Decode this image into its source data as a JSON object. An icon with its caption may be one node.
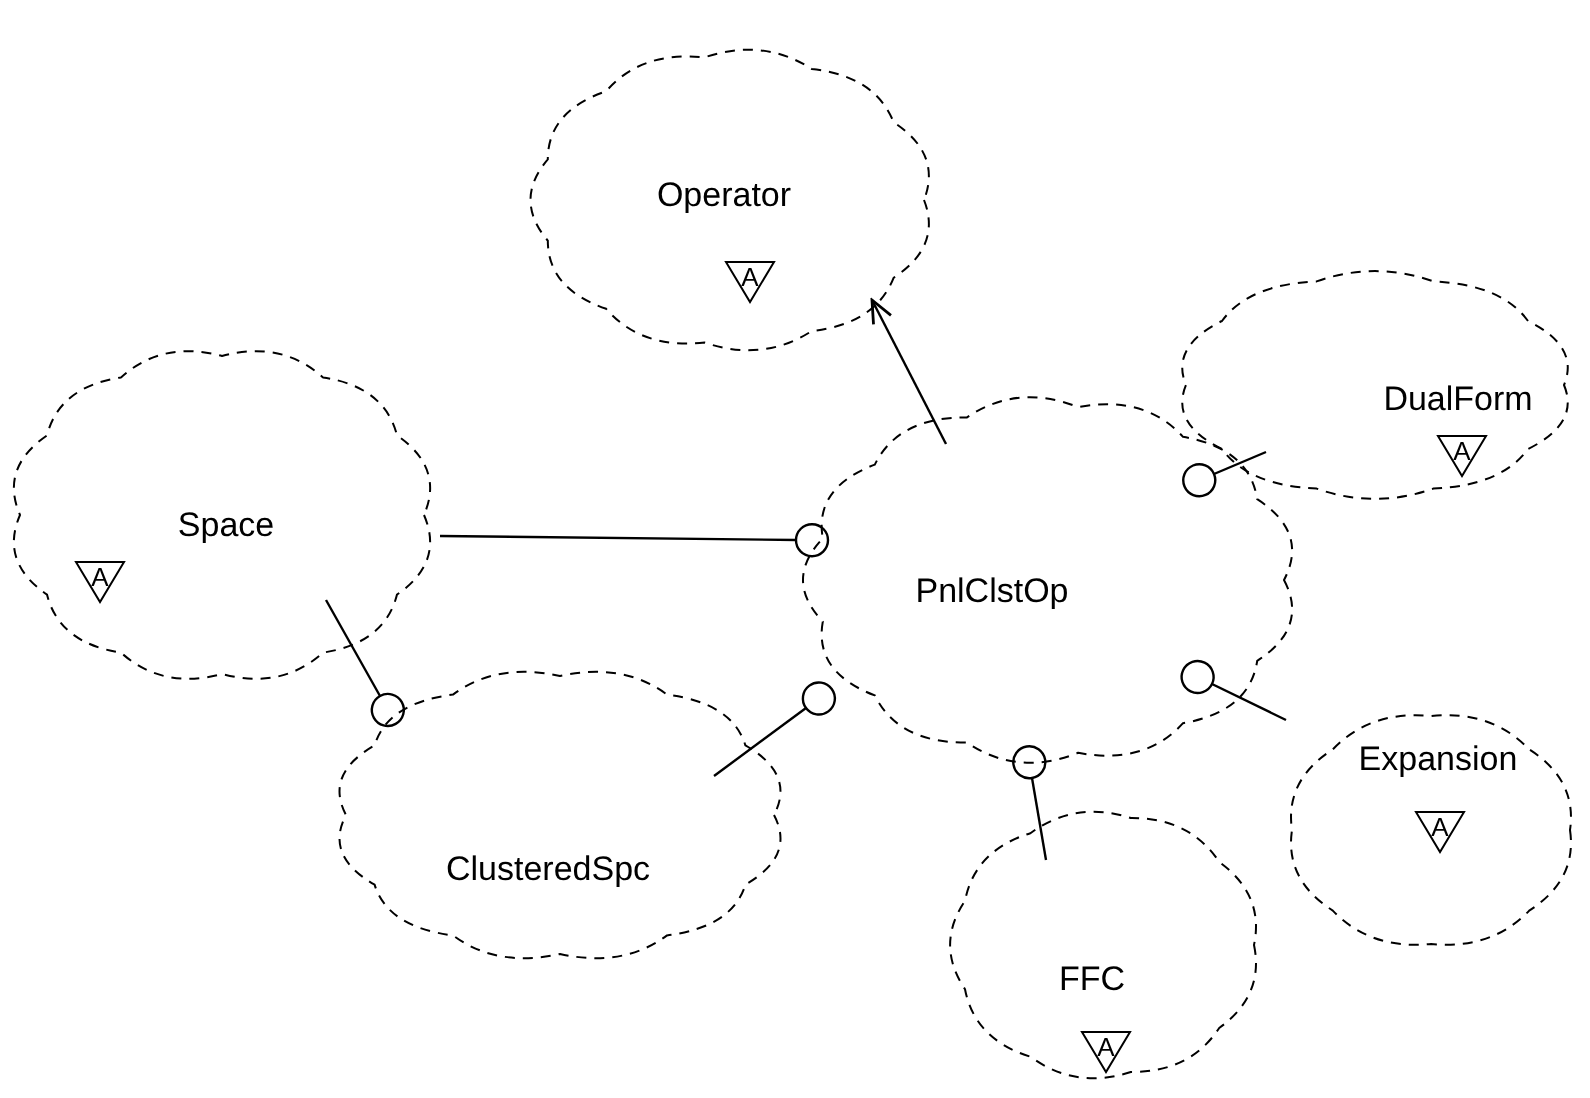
{
  "diagram": {
    "nodes": [
      {
        "text": [
          "Operator",
          "A"
        ]
      },
      {
        "text": [
          "DualForm",
          "A"
        ]
      },
      {
        "text": [
          "Space",
          "A"
        ]
      },
      {
        "text": [
          "PnlClstOp"
        ]
      },
      {
        "text": [
          "Expansion",
          "A"
        ]
      },
      {
        "text": [
          "ClusteredSpc"
        ]
      },
      {
        "text": [
          "FFC",
          "A"
        ]
      }
    ],
    "edges": [
      {
        "from": 3,
        "to": 0,
        "arrow": "to"
      },
      {
        "from": 2,
        "to": 3,
        "arrow": "other"
      },
      {
        "from": 2,
        "to": 5,
        "arrow": "other"
      },
      {
        "from": 5,
        "to": 3,
        "arrow": "other"
      },
      {
        "from": 1,
        "to": 3,
        "arrow": "other"
      },
      {
        "from": 4,
        "to": 3,
        "arrow": "other"
      },
      {
        "from": 6,
        "to": 3,
        "arrow": "other"
      }
    ]
  }
}
